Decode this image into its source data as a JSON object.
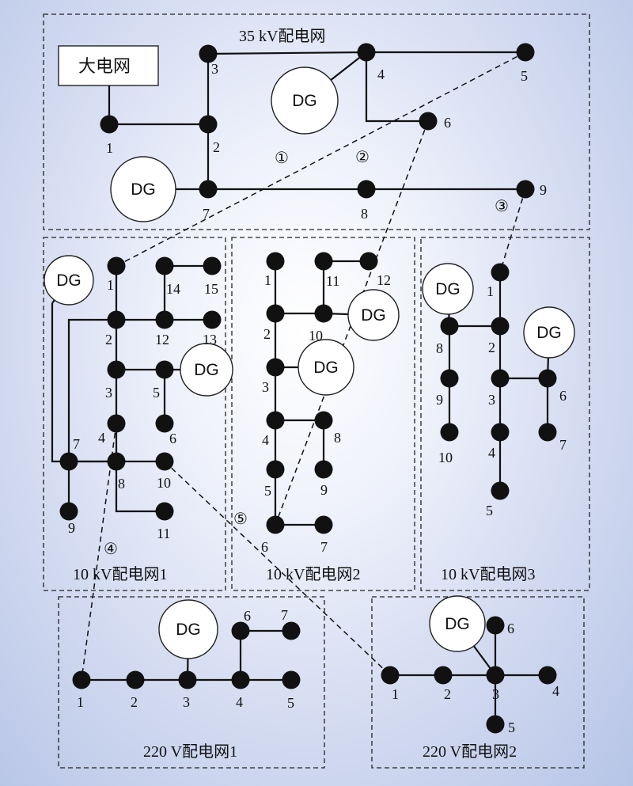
{
  "dg_label": "DG",
  "main_grid_label": "大电网",
  "networks": [
    {
      "id": "mv35",
      "title": "35 kV配电网",
      "nodes": [
        "1",
        "2",
        "3",
        "4",
        "5",
        "6",
        "7",
        "8",
        "9"
      ]
    },
    {
      "id": "lv10_1",
      "title": "10 kV配电网1",
      "nodes": [
        "1",
        "2",
        "3",
        "4",
        "5",
        "6",
        "7",
        "8",
        "9",
        "10",
        "11",
        "12",
        "13",
        "14",
        "15"
      ]
    },
    {
      "id": "lv10_2",
      "title": "10 kV配电网2",
      "nodes": [
        "1",
        "2",
        "3",
        "4",
        "5",
        "6",
        "7",
        "8",
        "9",
        "10",
        "11",
        "12"
      ]
    },
    {
      "id": "lv10_3",
      "title": "10 kV配电网3",
      "nodes": [
        "1",
        "2",
        "3",
        "4",
        "5",
        "6",
        "7",
        "8",
        "9",
        "10"
      ]
    },
    {
      "id": "v220_1",
      "title": "220 V配电网1",
      "nodes": [
        "1",
        "2",
        "3",
        "4",
        "5",
        "6",
        "7"
      ]
    },
    {
      "id": "v220_2",
      "title": "220 V配电网2",
      "nodes": [
        "1",
        "2",
        "3",
        "4",
        "5",
        "6"
      ]
    }
  ],
  "tie_lines": [
    {
      "marker": "①",
      "from": "35 kV配电网 节点5",
      "to": "10 kV配电网1 节点1"
    },
    {
      "marker": "②",
      "from": "35 kV配电网 节点6",
      "to": "10 kV配电网2 节点6"
    },
    {
      "marker": "③",
      "from": "35 kV配电网 节点9",
      "to": "10 kV配电网3 节点1"
    },
    {
      "marker": "④",
      "from": "10 kV配电网1 节点4",
      "to": "220 V配电网1 节点1"
    },
    {
      "marker": "⑤",
      "from": "10 kV配电网1 节点10",
      "to": "220 V配电网2 节点1"
    }
  ]
}
